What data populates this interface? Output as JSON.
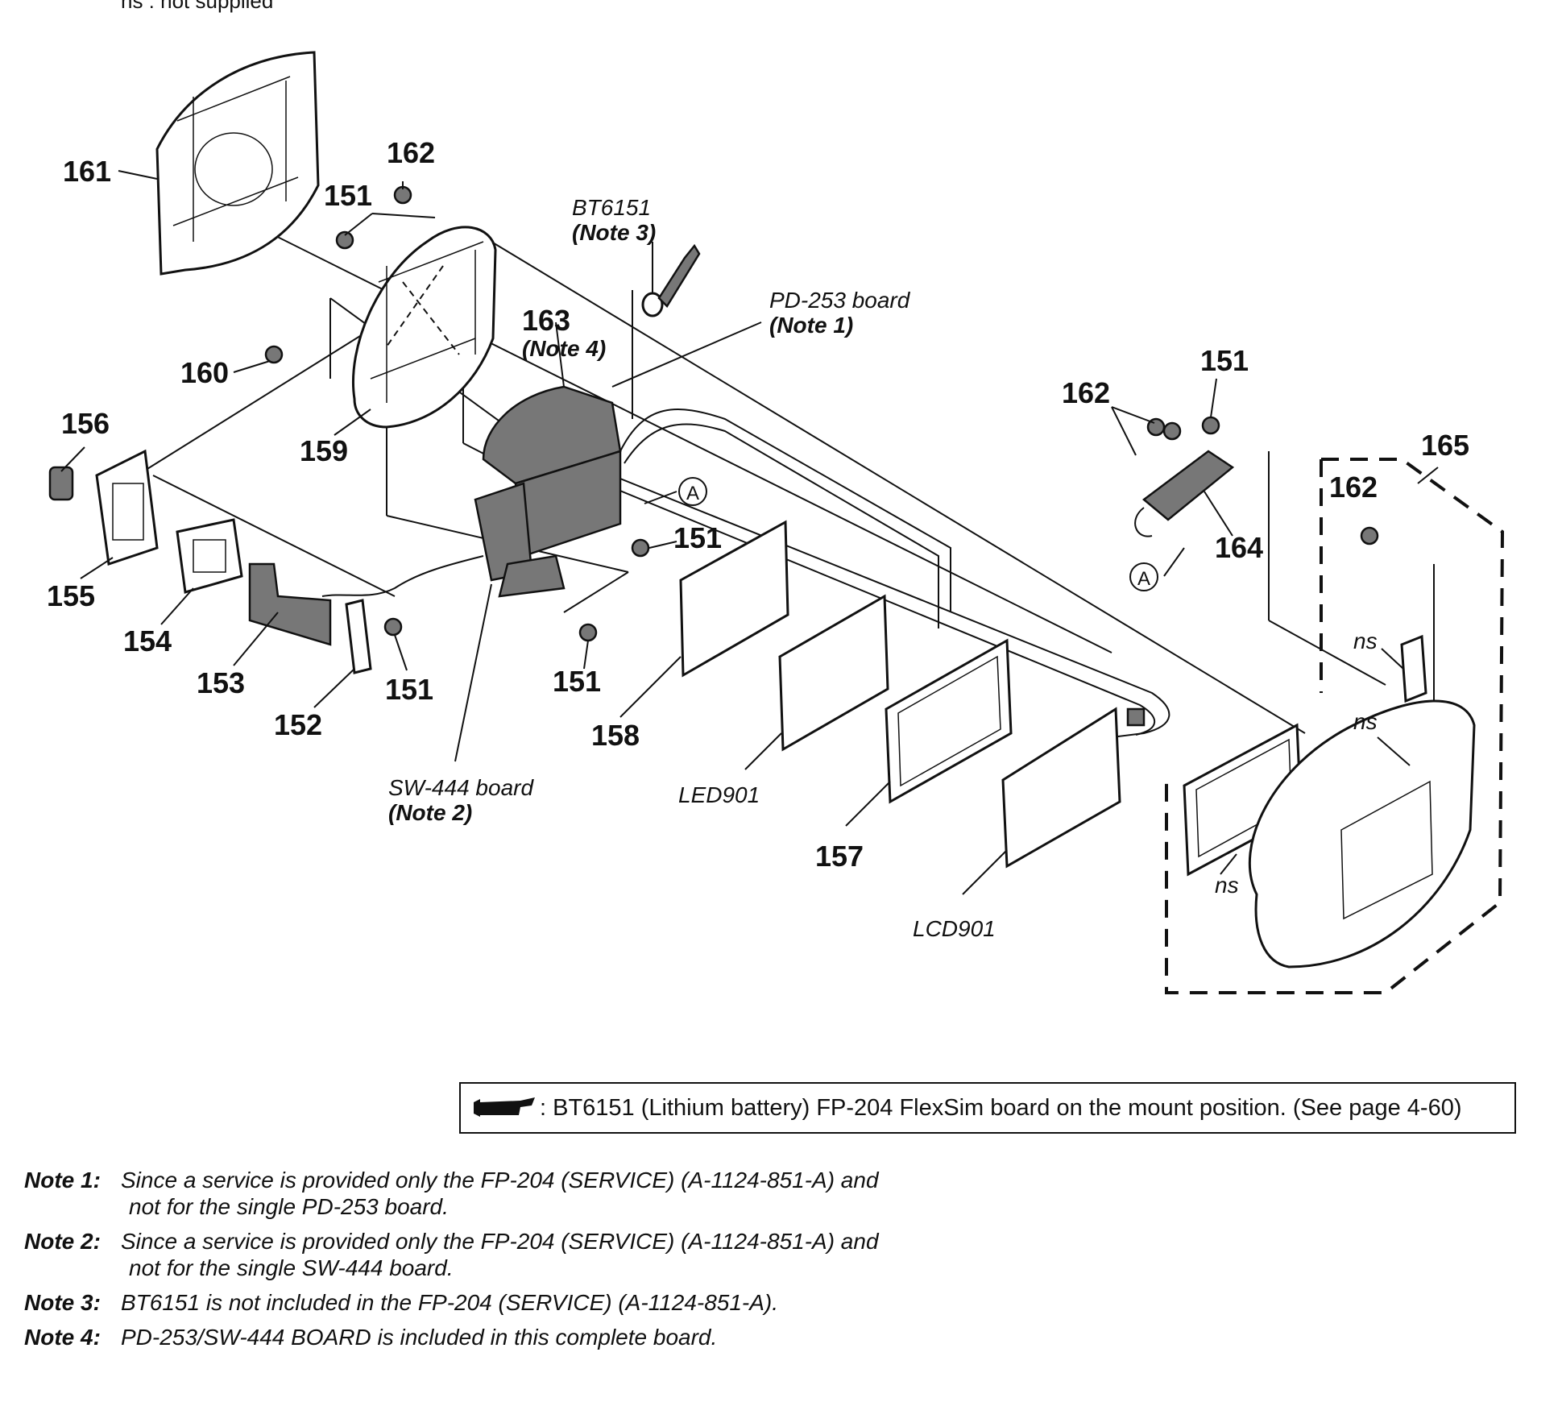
{
  "header": {
    "ns_note": "ns : not supplied"
  },
  "callouts": {
    "c161": "161",
    "c162a": "162",
    "c151a": "151",
    "c160": "160",
    "c159": "159",
    "c156": "156",
    "c155": "155",
    "c154": "154",
    "c153": "153",
    "c152": "152",
    "c151b": "151",
    "c151c": "151",
    "c151d": "151",
    "c163": "163",
    "c158": "158",
    "c157": "157",
    "c151e": "151",
    "c162b": "162",
    "c164": "164",
    "c165": "165",
    "c162c": "162"
  },
  "labels": {
    "bt6151": "BT6151",
    "note3": "(Note 3)",
    "pd253": "PD-253 board",
    "note1": "(Note 1)",
    "note4": "(Note 4)",
    "sw444": "SW-444 board",
    "note2": "(Note 2)",
    "led901": "LED901",
    "lcd901": "LCD901",
    "ns1": "ns",
    "ns2": "ns",
    "ns3": "ns",
    "refA1": "A",
    "refA2": "A"
  },
  "legend": {
    "text": ": BT6151 (Lithium battery) FP-204 FlexSim board on the mount position. (See page 4-60)"
  },
  "notes": [
    {
      "key": "Note 1:",
      "text": "Since a service is provided only the FP-204 (SERVICE) (A-1124-851-A) and",
      "text2": "not for the single PD-253 board."
    },
    {
      "key": "Note 2:",
      "text": "Since a service is provided only the FP-204 (SERVICE) (A-1124-851-A) and",
      "text2": "not for the single SW-444 board."
    },
    {
      "key": "Note 3:",
      "text": "BT6151 is not included in the FP-204 (SERVICE) (A-1124-851-A).",
      "text2": ""
    },
    {
      "key": "Note 4:",
      "text": "PD-253/SW-444 BOARD is included in this complete board.",
      "text2": ""
    }
  ]
}
